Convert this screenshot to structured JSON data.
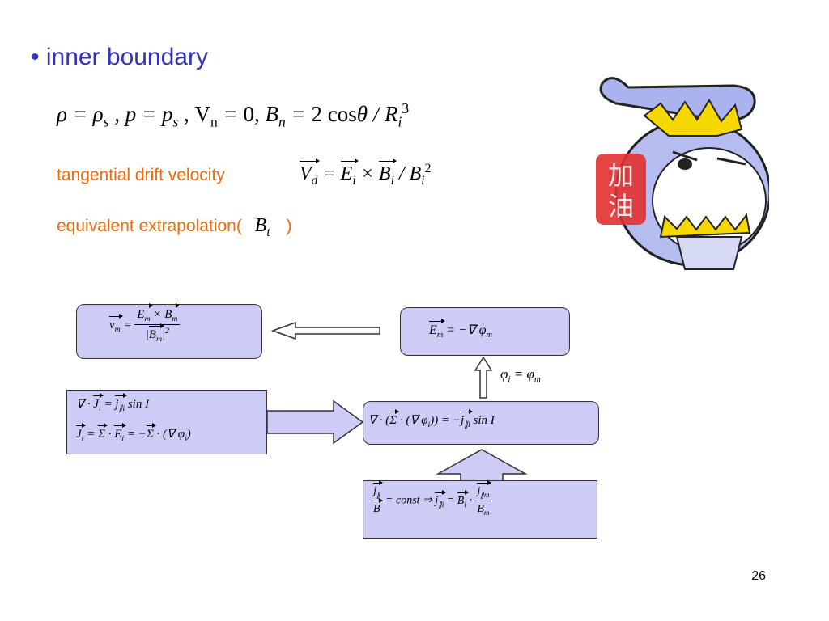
{
  "slide": {
    "bullet": "• inner boundary",
    "tangential_label": "tangential drift velocity",
    "extrapolation_label_open": "equivalent extrapolation(",
    "extrapolation_label_close": ")",
    "page_number": "26"
  },
  "cartoon": {
    "icon": "rabbit-mascot-icon",
    "badge_chars": [
      "加",
      "油"
    ]
  },
  "colors": {
    "bullet": "#3333bb",
    "orange": "#ee6a0c",
    "box_fill": "#ccccf7"
  }
}
